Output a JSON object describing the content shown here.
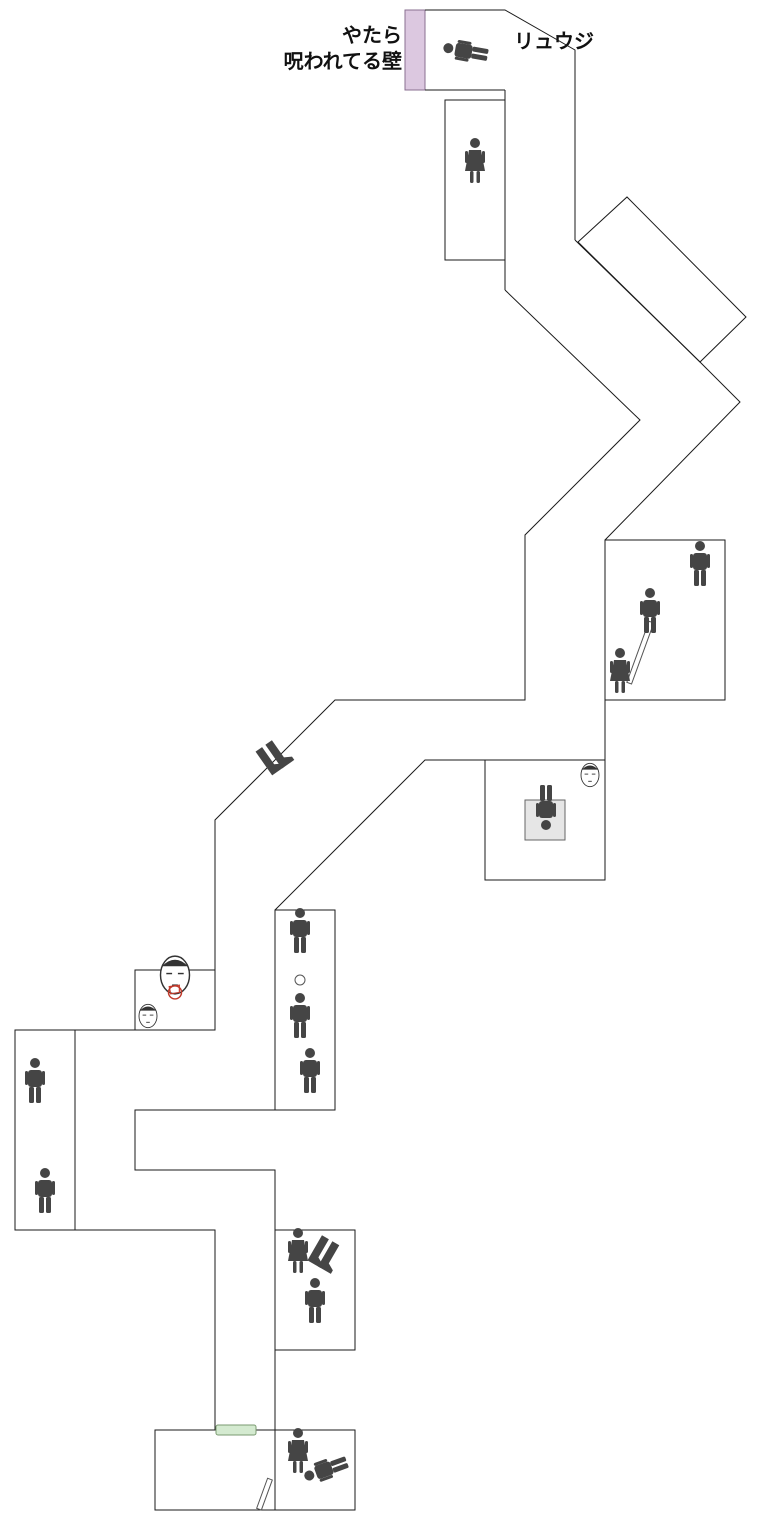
{
  "labels": {
    "cursed_wall_line1": "やたら",
    "cursed_wall_line2": "呪われてる壁",
    "character_name": "リュウジ"
  },
  "colors": {
    "cursed_wall": "#dcc8e0",
    "green_mark": "#d4ead0",
    "figure": "#454545",
    "wall_line": "#1a1a1a",
    "mask_mark": "#c0392b"
  },
  "icons": [
    "person-icon",
    "woman-icon",
    "lying-person-icon",
    "noh-mask-icon",
    "boots-icon",
    "orb-icon"
  ]
}
